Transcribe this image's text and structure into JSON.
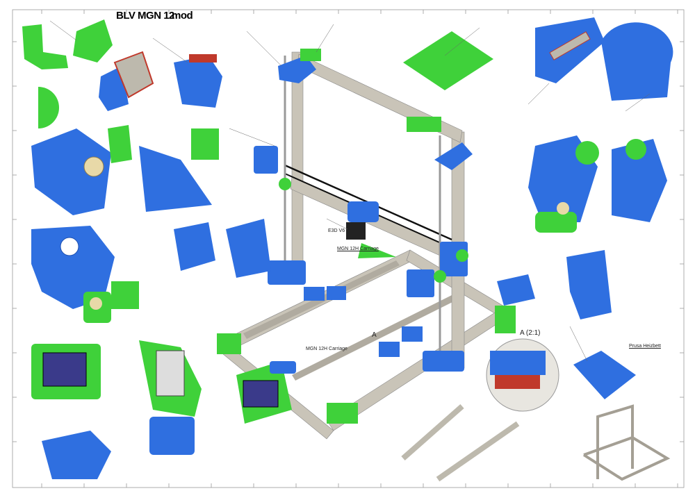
{
  "title": {
    "main": "BLV MGN 12",
    "suffix": "mod"
  },
  "labels": {
    "detail_a_title": "A (2:1)",
    "detail_a_marker": "A",
    "hotend": "E3D V6",
    "carriage_x": "MGN 12H Carriage",
    "carriage_y": "MGN 12H Carriage",
    "heatbed": "Prusa Heizbett"
  },
  "colors": {
    "green_part": "#3fd13a",
    "blue_part": "#2f6fe0",
    "aluminum": "#c9c4b8",
    "rail_red": "#c0392b",
    "brass": "#e8d9a8",
    "display": "#3a3a8a"
  }
}
